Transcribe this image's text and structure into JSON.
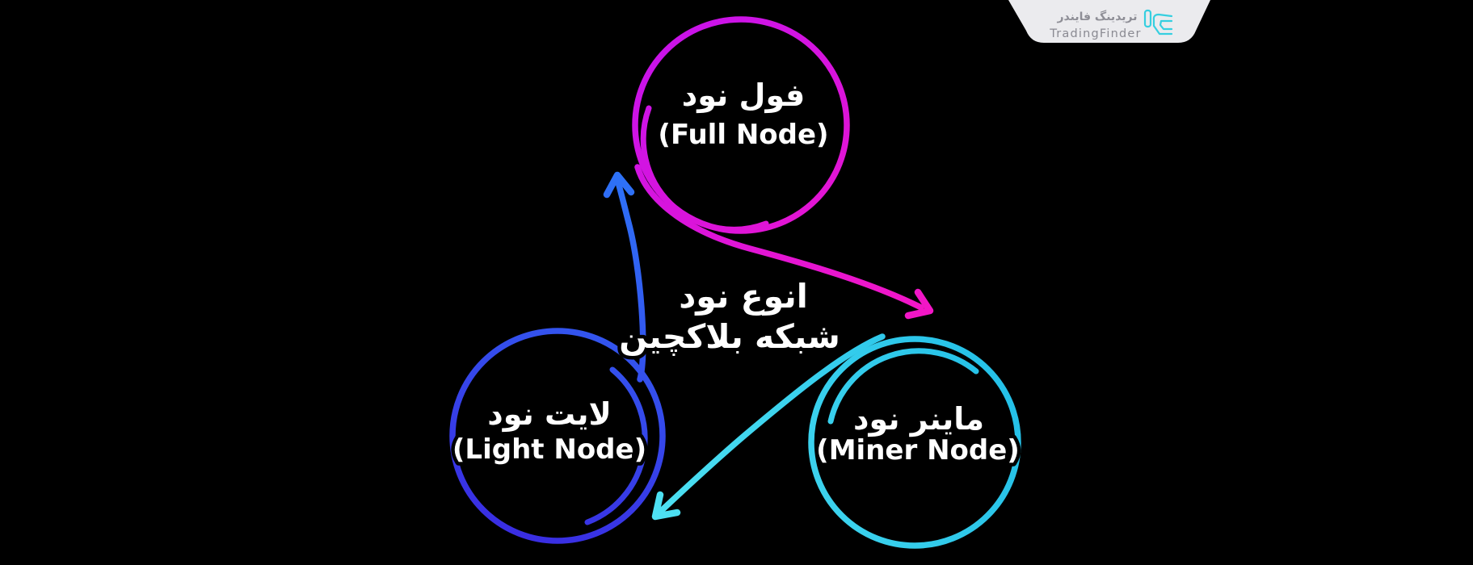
{
  "background_color": "#000000",
  "text_color": "#FFFFFF",
  "brand": {
    "name_fa": "تریدینگ فایندر",
    "name_en": "TradingFinder",
    "plate_color": "#EBEBEE",
    "icon_color": "#36CFE0",
    "name_fa_color": "#8E8E96",
    "name_en_color": "#8A8A92"
  },
  "title": {
    "line1": "انوع نود",
    "line2": "شبکه بلاکچین"
  },
  "nodes": [
    {
      "id": "full-node",
      "label_fa": "فول نود",
      "label_en": "(Full Node)",
      "color": "#DE14DB",
      "gradient": [
        "#C813EA",
        "#F316C6"
      ]
    },
    {
      "id": "light-node",
      "label_fa": "لایت نود",
      "label_en": "(Light Node)",
      "color": "#3441EA",
      "gradient": [
        "#2E72F7",
        "#3A2BE2"
      ]
    },
    {
      "id": "miner-node",
      "label_fa": "ماینر نود",
      "label_en": "(Miner Node)",
      "color": "#2BC8EC",
      "gradient": [
        "#23BFE7",
        "#4EE1F3"
      ]
    }
  ],
  "arrows": [
    {
      "from": "full-node",
      "to": "miner-node",
      "color": "#E91AC9"
    },
    {
      "from": "miner-node",
      "to": "light-node",
      "color": "#3FD9F1"
    },
    {
      "from": "light-node",
      "to": "full-node",
      "color": "#2B63F4"
    }
  ]
}
